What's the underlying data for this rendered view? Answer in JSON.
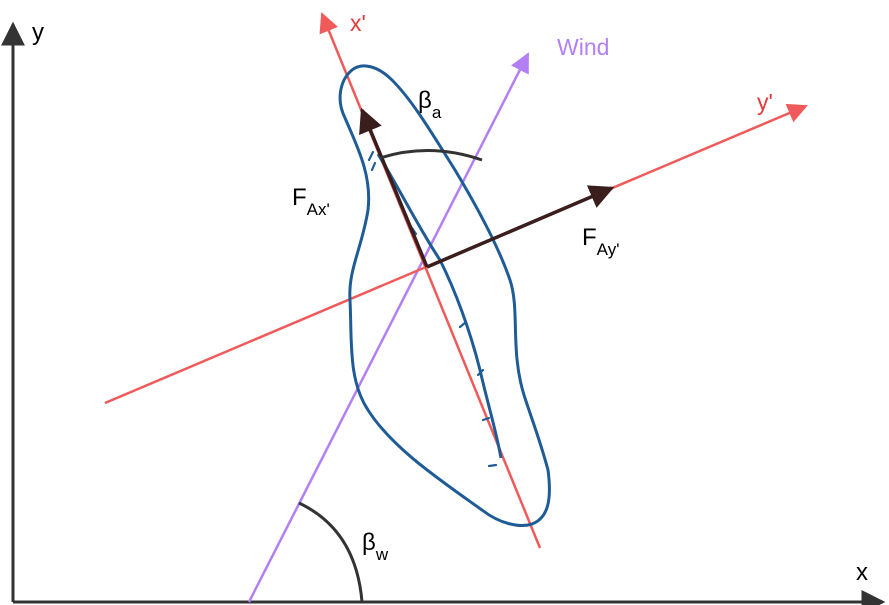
{
  "axes": {
    "x_label": "x",
    "y_label": "y"
  },
  "rotated_axes": {
    "x_prime_label": "x'",
    "y_prime_label": "y'"
  },
  "wind": {
    "label": "Wind"
  },
  "angles": {
    "beta_a": {
      "symbol": "β",
      "subscript": "a"
    },
    "beta_w": {
      "symbol": "β",
      "subscript": "w"
    }
  },
  "forces": {
    "fax": {
      "symbol": "F",
      "subscript": "Ax'"
    },
    "fay": {
      "symbol": "F",
      "subscript": "Ay'"
    }
  },
  "colors": {
    "axis": "#222222",
    "red_axes": "#f05a5a",
    "wind": "#b37ff5",
    "outline": "#1f5c96",
    "force": "#3a1d1d",
    "angle_arc": "#333333"
  }
}
